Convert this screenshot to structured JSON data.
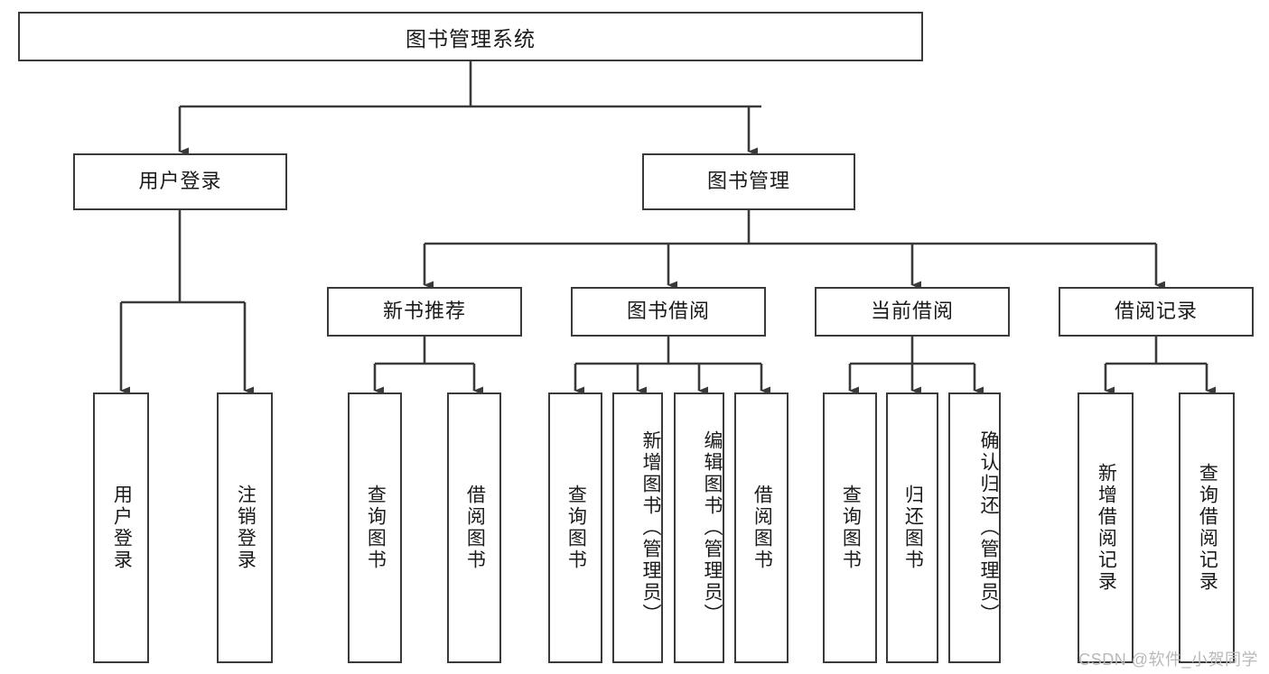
{
  "diagram": {
    "type": "tree-hierarchy",
    "title": "图书管理系统",
    "style": {
      "box_border_color": "#3a3a3a",
      "box_fill_color": "#ffffff",
      "edge_color": "#3a3a3a",
      "background_color": "#ffffff",
      "watermark_color": "#b9b9b9"
    },
    "nodes": {
      "root": {
        "label": "图书管理系统",
        "level": 0,
        "orientation": "horizontal"
      },
      "user_login": {
        "label": "用户登录",
        "level": 1,
        "orientation": "horizontal"
      },
      "book_mgmt": {
        "label": "图书管理",
        "level": 1,
        "orientation": "horizontal"
      },
      "new_book_rec": {
        "label": "新书推荐",
        "level": 2,
        "orientation": "horizontal"
      },
      "book_borrow": {
        "label": "图书借阅",
        "level": 2,
        "orientation": "horizontal"
      },
      "current_borrow": {
        "label": "当前借阅",
        "level": 2,
        "orientation": "horizontal"
      },
      "borrow_record": {
        "label": "借阅记录",
        "level": 2,
        "orientation": "horizontal"
      },
      "leaf_user_login": {
        "label": "用户登录",
        "level": 3,
        "orientation": "vertical"
      },
      "leaf_logout": {
        "label": "注销登录",
        "level": 3,
        "orientation": "vertical"
      },
      "leaf_rec_query": {
        "label": "查询图书",
        "level": 3,
        "orientation": "vertical"
      },
      "leaf_rec_borrow": {
        "label": "借阅图书",
        "level": 3,
        "orientation": "vertical"
      },
      "leaf_borrow_query": {
        "label": "查询图书",
        "level": 3,
        "orientation": "vertical"
      },
      "leaf_borrow_add": {
        "label": "新增图书（管理员）",
        "level": 3,
        "orientation": "vertical"
      },
      "leaf_borrow_edit": {
        "label": "编辑图书（管理员）",
        "level": 3,
        "orientation": "vertical"
      },
      "leaf_borrow_do": {
        "label": "借阅图书",
        "level": 3,
        "orientation": "vertical"
      },
      "leaf_cur_query": {
        "label": "查询图书",
        "level": 3,
        "orientation": "vertical"
      },
      "leaf_cur_return": {
        "label": "归还图书",
        "level": 3,
        "orientation": "vertical"
      },
      "leaf_cur_confirm": {
        "label": "确认归还（管理员）",
        "level": 3,
        "orientation": "vertical"
      },
      "leaf_rec_add": {
        "label": "新增借阅记录",
        "level": 3,
        "orientation": "vertical"
      },
      "leaf_rec_search": {
        "label": "查询借阅记录",
        "level": 3,
        "orientation": "vertical"
      }
    },
    "edges": [
      {
        "from": "root",
        "to": "user_login"
      },
      {
        "from": "root",
        "to": "book_mgmt"
      },
      {
        "from": "user_login",
        "to": "leaf_user_login"
      },
      {
        "from": "user_login",
        "to": "leaf_logout"
      },
      {
        "from": "book_mgmt",
        "to": "new_book_rec"
      },
      {
        "from": "book_mgmt",
        "to": "book_borrow"
      },
      {
        "from": "book_mgmt",
        "to": "current_borrow"
      },
      {
        "from": "book_mgmt",
        "to": "borrow_record"
      },
      {
        "from": "new_book_rec",
        "to": "leaf_rec_query"
      },
      {
        "from": "new_book_rec",
        "to": "leaf_rec_borrow"
      },
      {
        "from": "book_borrow",
        "to": "leaf_borrow_query"
      },
      {
        "from": "book_borrow",
        "to": "leaf_borrow_add"
      },
      {
        "from": "book_borrow",
        "to": "leaf_borrow_edit"
      },
      {
        "from": "book_borrow",
        "to": "leaf_borrow_do"
      },
      {
        "from": "current_borrow",
        "to": "leaf_cur_query"
      },
      {
        "from": "current_borrow",
        "to": "leaf_cur_return"
      },
      {
        "from": "current_borrow",
        "to": "leaf_cur_confirm"
      },
      {
        "from": "borrow_record",
        "to": "leaf_rec_add"
      },
      {
        "from": "borrow_record",
        "to": "leaf_rec_search"
      }
    ]
  },
  "watermark": {
    "text": "CSDN @软件_小贺同学"
  }
}
